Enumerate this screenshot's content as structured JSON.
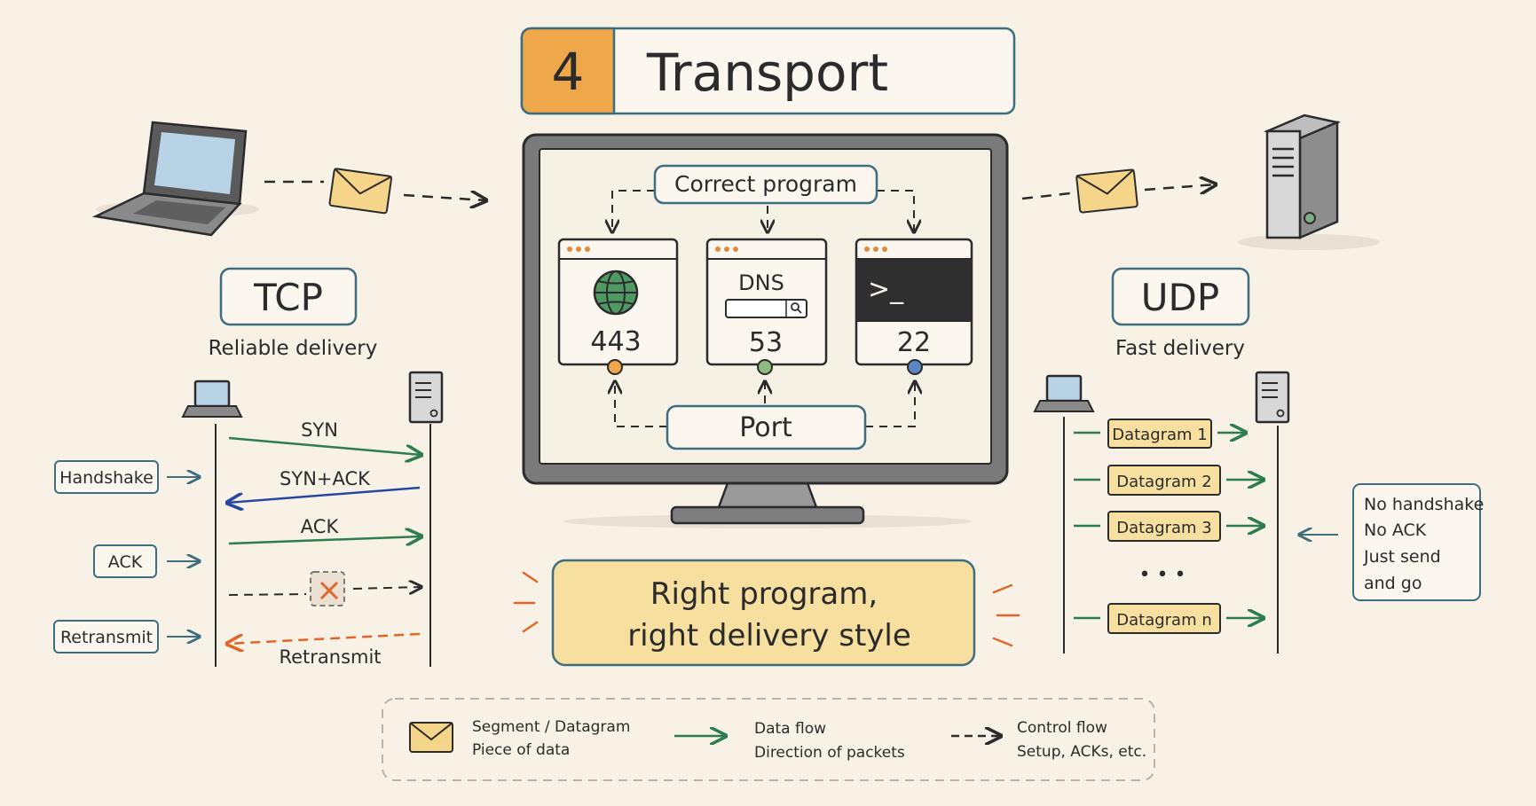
{
  "title": {
    "number": "4",
    "text": "Transport"
  },
  "center": {
    "correct_program": "Correct program",
    "port": "Port",
    "apps": [
      {
        "port": "443",
        "icon": "globe-icon"
      },
      {
        "port": "53",
        "label": "DNS",
        "icon": "search-icon"
      },
      {
        "port": "22",
        "prompt": ">_",
        "icon": "terminal-icon"
      }
    ],
    "tagline": [
      "Right program,",
      "right delivery style"
    ]
  },
  "tcp": {
    "title": "TCP",
    "subtitle": "Reliable delivery",
    "messages": {
      "syn": "SYN",
      "synack": "SYN+ACK",
      "ack": "ACK",
      "retransmit": "Retransmit"
    },
    "labels": {
      "handshake": "Handshake",
      "ack": "ACK",
      "retransmit": "Retransmit"
    }
  },
  "udp": {
    "title": "UDP",
    "subtitle": "Fast delivery",
    "datagrams": [
      "Datagram 1",
      "Datagram 2",
      "Datagram 3",
      "Datagram n"
    ],
    "ellipsis": "• • •",
    "notes": [
      "No handshake",
      "No ACK",
      "Just send",
      "and go"
    ]
  },
  "legend": [
    {
      "title": "Segment / Datagram",
      "desc": "Piece of data",
      "icon": "envelope-icon"
    },
    {
      "title": "Data flow",
      "desc": "Direction of packets",
      "icon": "solid-arrow-icon"
    },
    {
      "title": "Control flow",
      "desc": "Setup, ACKs, etc.",
      "icon": "dashed-arrow-icon"
    }
  ],
  "colors": {
    "background": "#f7f1e6",
    "border_blue": "#3f6d7e",
    "orange": "#eea849",
    "cream": "#f7df9f",
    "green": "#2e7d4f",
    "blue": "#2848a0",
    "red_orange": "#e0662a",
    "dark": "#2b2b2b"
  }
}
